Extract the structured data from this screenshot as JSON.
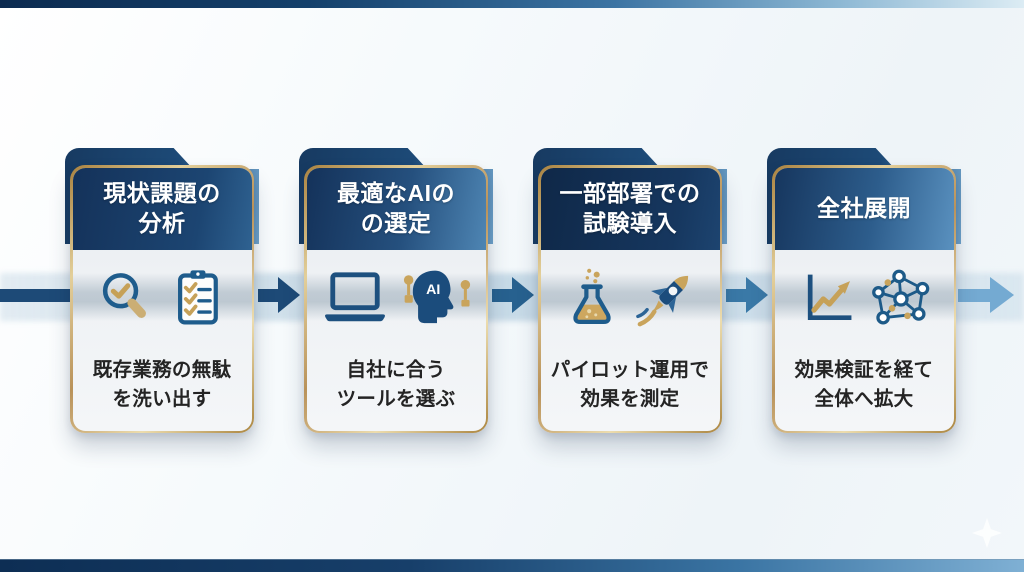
{
  "slide": {
    "type": "process-flow-infographic",
    "language": "ja",
    "steps_count": 4
  },
  "colors": {
    "navy": "#14325a",
    "header_blue_light": "#5a91bf",
    "gold_border": "#c9a45c",
    "icon_blue": "#1d507f",
    "icon_gold": "#c6a158",
    "arrow_entry": "#1d4a77",
    "arrow_step1_2": "#1d4a77",
    "arrow_step2_3": "#27618f",
    "arrow_step3_4": "#3a79a7",
    "arrow_exit": "#74aad2",
    "card_body": "#eef1f4",
    "top_bar_start": "#0c2b50",
    "bottom_bar_start": "#0d2e54"
  },
  "flow": {
    "direction": "left-to-right",
    "arrows": [
      "entry-bar",
      "step1-to-step2",
      "step2-to-step3",
      "step3-to-step4",
      "exit-arrow"
    ]
  },
  "cards": [
    {
      "step": 1,
      "title_line1": "現状課題の",
      "title_line2": "分析",
      "caption_line1": "既存業務の無駄",
      "caption_line2": "を洗い出す",
      "icons": [
        "magnifier-check-icon",
        "clipboard-checklist-icon"
      ]
    },
    {
      "step": 2,
      "title_line1": "最適なAIの",
      "title_line2": "の選定",
      "caption_line1": "自社に合う",
      "caption_line2": "ツールを選ぶ",
      "icons": [
        "laptop-icon",
        "ai-head-icon"
      ]
    },
    {
      "step": 3,
      "title_line1": "一部部署での",
      "title_line2": "試験導入",
      "caption_line1": "パイロット運用で",
      "caption_line2": "効果を測定",
      "icons": [
        "flask-icon",
        "rocket-icon"
      ]
    },
    {
      "step": 4,
      "title_line1": "全社展開",
      "title_line2": "",
      "caption_line1": "効果検証を経て",
      "caption_line2": "全体へ拡大",
      "icons": [
        "growth-chart-icon",
        "network-icon"
      ]
    }
  ]
}
